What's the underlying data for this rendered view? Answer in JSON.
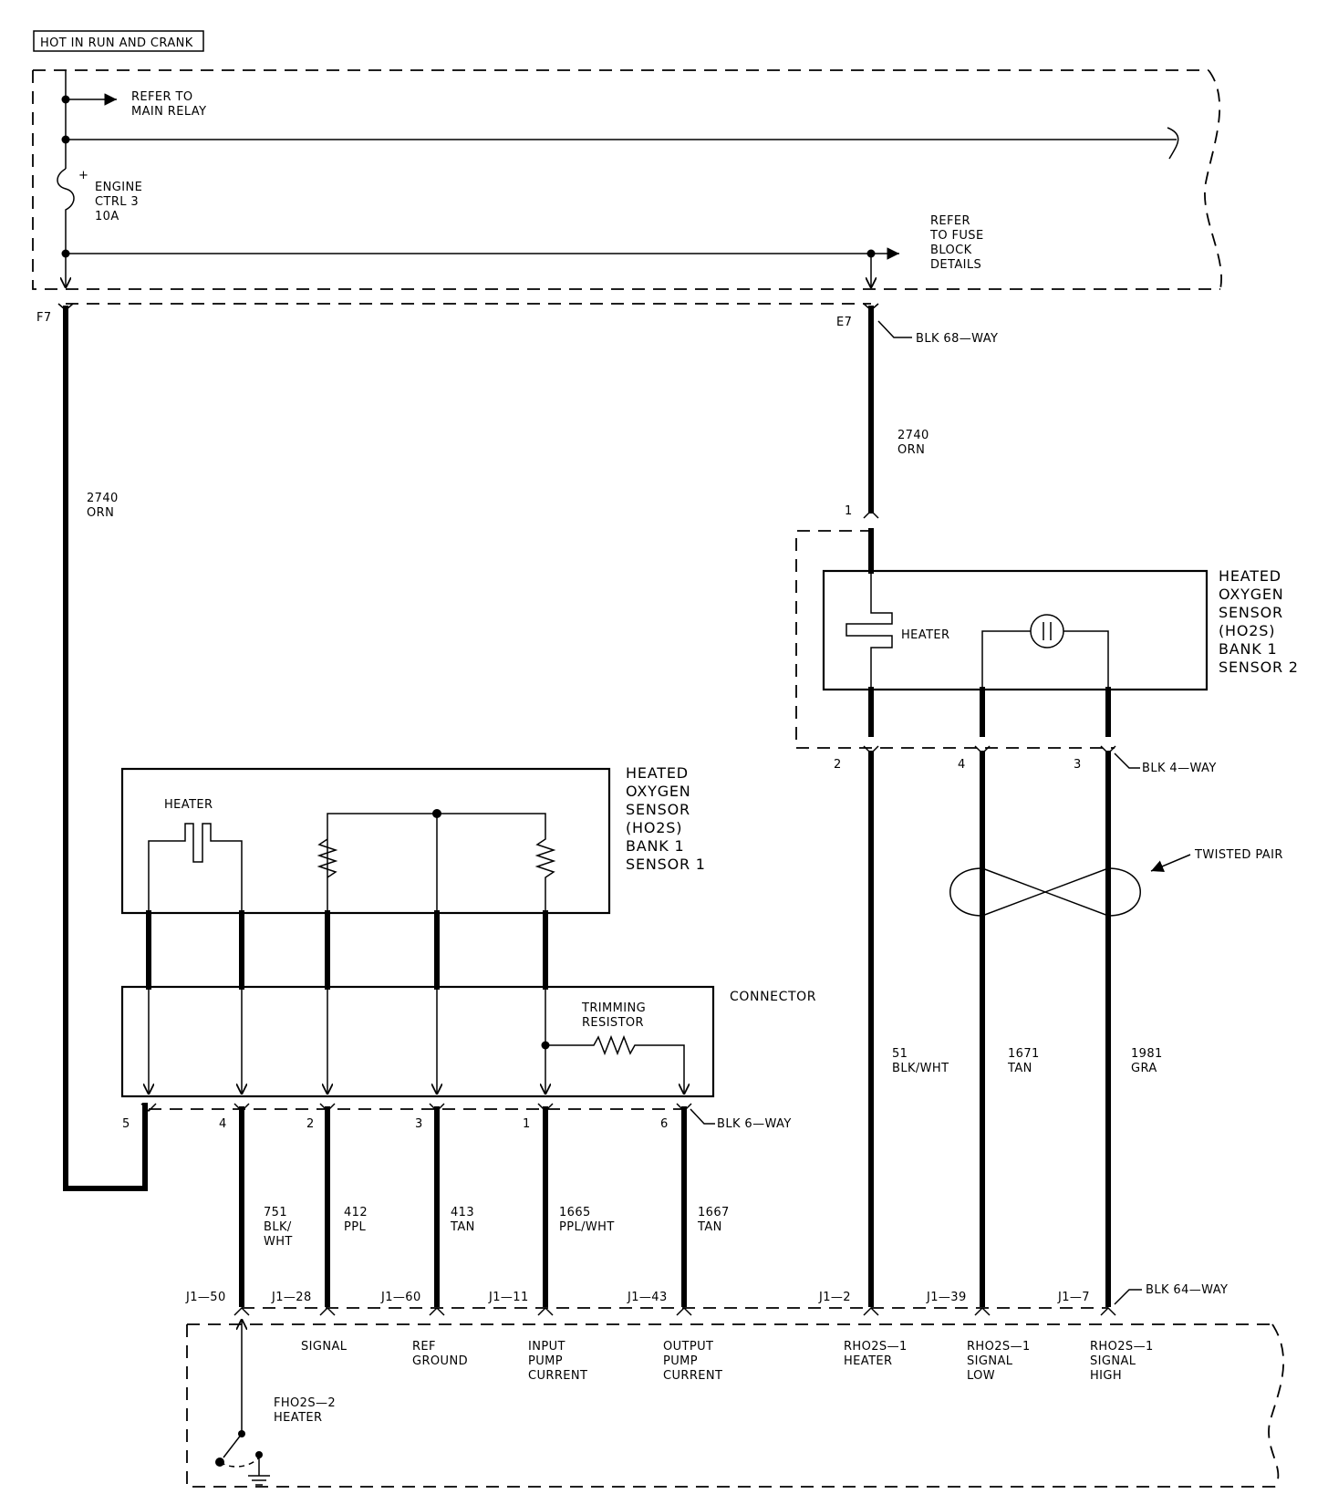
{
  "header": {
    "hot_label": "HOT IN RUN AND CRANK"
  },
  "fuse_block": {
    "refer_main_relay": [
      "REFER TO",
      "MAIN RELAY"
    ],
    "fuse_label": [
      "ENGINE",
      "CTRL 3",
      "10A"
    ],
    "fuse_polarity": "+",
    "refer_fuse_block": [
      "REFER",
      "TO FUSE",
      "BLOCK",
      "DETAILS"
    ],
    "pin_left": "F7",
    "pin_right": "E7",
    "connector_name": "BLK 68—WAY"
  },
  "wires": {
    "left_feed": [
      "2740",
      "ORN"
    ],
    "right_feed": [
      "2740",
      "ORN"
    ],
    "w751": [
      "751",
      "BLK/",
      "WHT"
    ],
    "w412": [
      "412",
      "PPL"
    ],
    "w413": [
      "413",
      "TAN"
    ],
    "w1665": [
      "1665",
      "PPL/WHT"
    ],
    "w1667": [
      "1667",
      "TAN"
    ],
    "w51": [
      "51",
      "BLK/WHT"
    ],
    "w1671": [
      "1671",
      "TAN"
    ],
    "w1981": [
      "1981",
      "GRA"
    ]
  },
  "sensor2": {
    "title": [
      "HEATED",
      "OXYGEN",
      "SENSOR",
      "(HO2S)",
      "BANK  1",
      "SENSOR  2"
    ],
    "heater_label": "HEATER",
    "top_pin": "1",
    "pins": [
      "2",
      "4",
      "3"
    ],
    "connector_name": "BLK 4—WAY"
  },
  "twisted_pair_label": "TWISTED PAIR",
  "sensor1": {
    "title": [
      "HEATED",
      "OXYGEN",
      "SENSOR",
      "(HO2S)",
      "BANK  1",
      "SENSOR  1"
    ],
    "heater_label": "HEATER"
  },
  "connector6": {
    "title": "CONNECTOR",
    "trimming": [
      "TRIMMING",
      "RESISTOR"
    ],
    "pins": [
      "5",
      "4",
      "2",
      "3",
      "1",
      "6"
    ],
    "connector_name": "BLK 6—WAY"
  },
  "pcm": {
    "pins": [
      "J1—50",
      "J1—28",
      "J1—60",
      "J1—11",
      "J1—43",
      "J1—2",
      "J1—39",
      "J1—7"
    ],
    "connector_name": "BLK 64—WAY",
    "signal": "SIGNAL",
    "ref_ground": [
      "REF",
      "GROUND"
    ],
    "input_pump": [
      "INPUT",
      "PUMP",
      "CURRENT"
    ],
    "output_pump": [
      "OUTPUT",
      "PUMP",
      "CURRENT"
    ],
    "rh_heater": [
      "RHO2S—1",
      "HEATER"
    ],
    "rh_low": [
      "RHO2S—1",
      "SIGNAL",
      "LOW"
    ],
    "rh_high": [
      "RHO2S—1",
      "SIGNAL",
      "HIGH"
    ],
    "fh_heater": [
      "FHO2S—2",
      "HEATER"
    ]
  }
}
